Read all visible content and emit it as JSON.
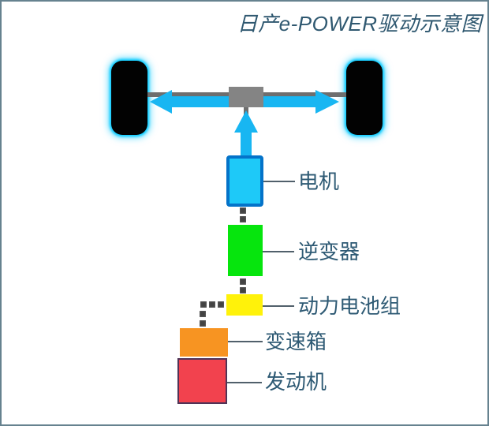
{
  "title": "日产e-POWER驱动示意图",
  "components": {
    "motor": {
      "label": "电机",
      "color": "#1ec9f8",
      "border_color": "#0473c9"
    },
    "inverter": {
      "label": "逆变器",
      "color": "#06e50d"
    },
    "battery": {
      "label": "动力电池组",
      "color": "#fff20a"
    },
    "gearbox": {
      "label": "变速箱",
      "color": "#f79422"
    },
    "engine": {
      "label": "发动机",
      "color": "#f2424e",
      "border_color": "#503457"
    }
  },
  "colors": {
    "drive_arrow": "#18b6f2",
    "wheel_fill": "#020202",
    "wheel_glow": "#00c9ff",
    "axle": "#6e6e6e",
    "differential": "#848484",
    "connector_dot": "#434343",
    "leader_line": "#51606b",
    "title_text": "#2f5870",
    "label_text": "#2e5a74",
    "frame_border": "#66828f",
    "background": "#ffffff"
  }
}
